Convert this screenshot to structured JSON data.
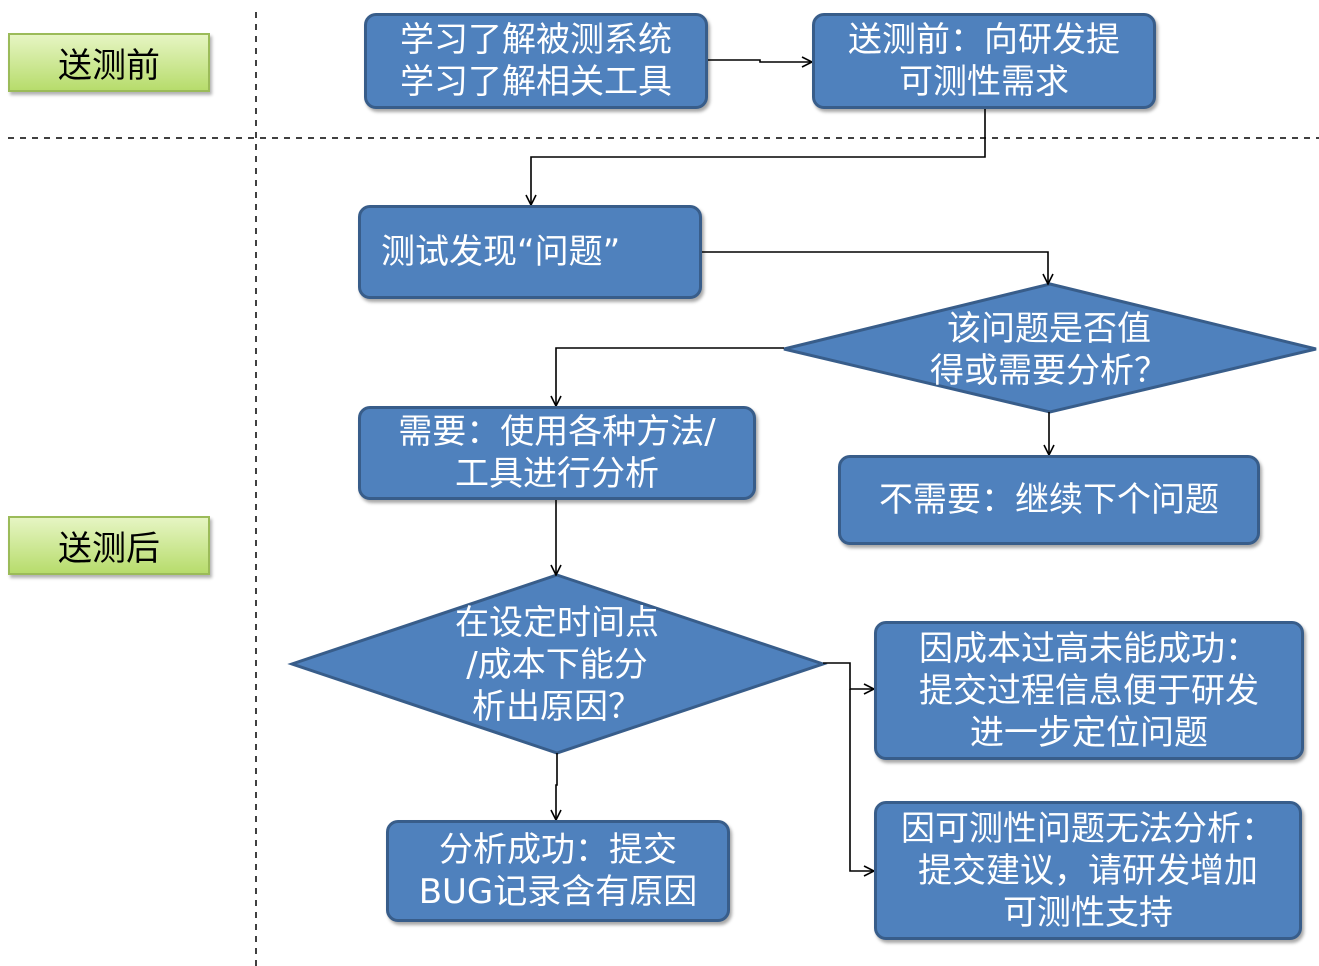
{
  "phases": {
    "before": "送测前",
    "after": "送测后"
  },
  "nodes": {
    "learn": [
      "学习了解被测系统",
      "学习了解相关工具"
    ],
    "request": [
      "送测前：向研发提",
      "可测性需求"
    ],
    "found": [
      "测试发现“问题”"
    ],
    "decide": [
      "该问题是否值",
      "得或需要分析？"
    ],
    "need": [
      "需要：使用各种方法/",
      "工具进行分析"
    ],
    "noneed": [
      "不需要：继续下个问题"
    ],
    "time_check": [
      "在设定时间点",
      "/成本下能分",
      "析出原因？"
    ],
    "success": [
      "分析成功：提交",
      "BUG记录含有原因"
    ],
    "cost_fail": [
      "因成本过高未能成功：",
      "提交过程信息便于研发",
      "进一步定位问题"
    ],
    "testability_fail": [
      "因可测性问题无法分析：",
      "提交建议，请研发增加",
      "可测性支持"
    ]
  },
  "colors": {
    "node_fill": "#4f81bd",
    "node_border": "#385d8a",
    "phase_fill": "#c3e08c",
    "phase_border": "#9bbb59",
    "connector": "#000000"
  }
}
